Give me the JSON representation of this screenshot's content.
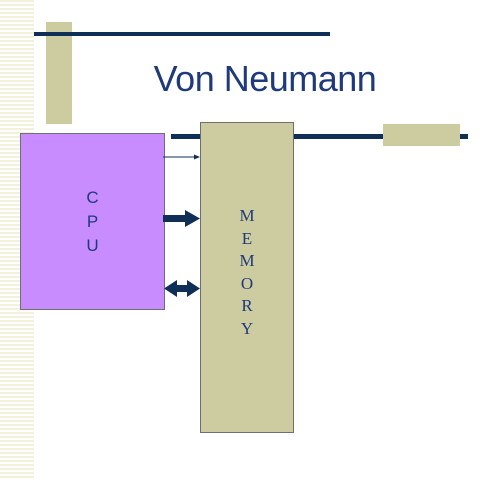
{
  "title": "Von Neumann",
  "cpu": {
    "letters": [
      "C",
      "P",
      "U"
    ]
  },
  "memory": {
    "letters": [
      "M",
      "E",
      "M",
      "O",
      "R",
      "Y"
    ]
  },
  "colors": {
    "title_text": "#1f3a7a",
    "navy_line": "#0f2f57",
    "cpu_fill": "#c88cff",
    "memory_fill": "#cdcba0",
    "accent_block": "#cdcba0",
    "edge_stripe": "#f3f1dc"
  }
}
